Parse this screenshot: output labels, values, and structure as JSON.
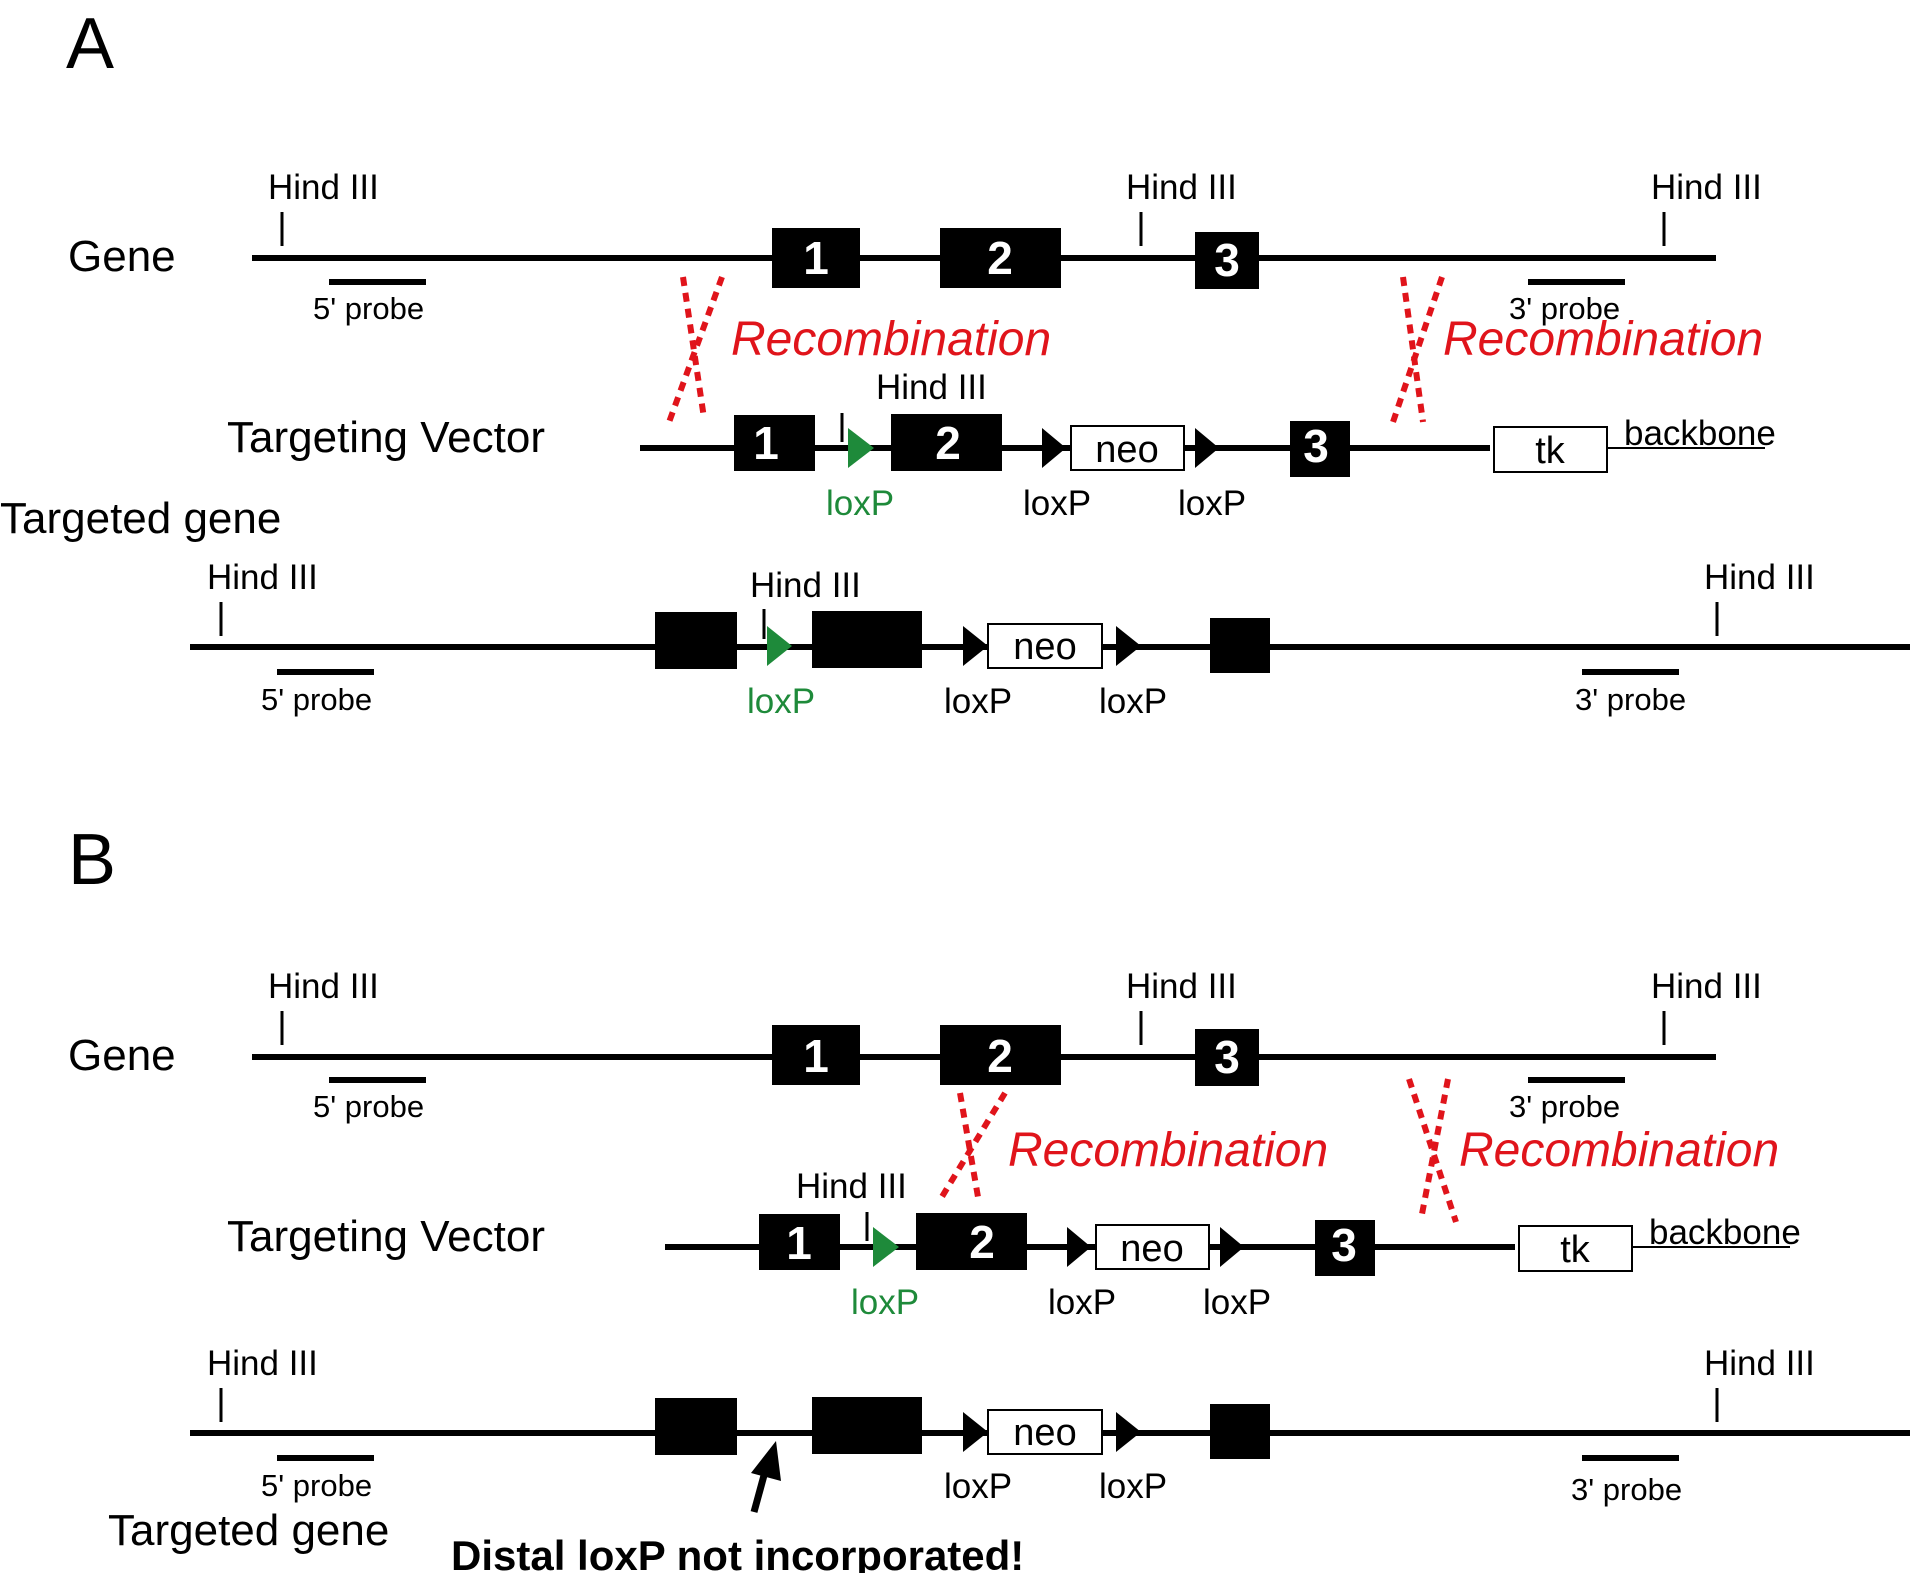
{
  "panels": {
    "a": {
      "label": "A"
    },
    "b": {
      "label": "B"
    }
  },
  "rows": {
    "gene": "Gene",
    "vector": "Targeting Vector",
    "targeted": "Targeted gene"
  },
  "labels": {
    "hind": "Hind III",
    "probe5": "5' probe",
    "probe3": "3' probe",
    "recombination": "Recombination",
    "loxp": "loxP",
    "neo": "neo",
    "tk": "tk",
    "backbone": "backbone",
    "exon1": "1",
    "exon2": "2",
    "exon3": "3"
  },
  "note": "Distal loxP not incorporated!",
  "colors": {
    "recombination": "#e0141b",
    "loxp_distal": "#1e8a3a",
    "lines": "#000000"
  }
}
